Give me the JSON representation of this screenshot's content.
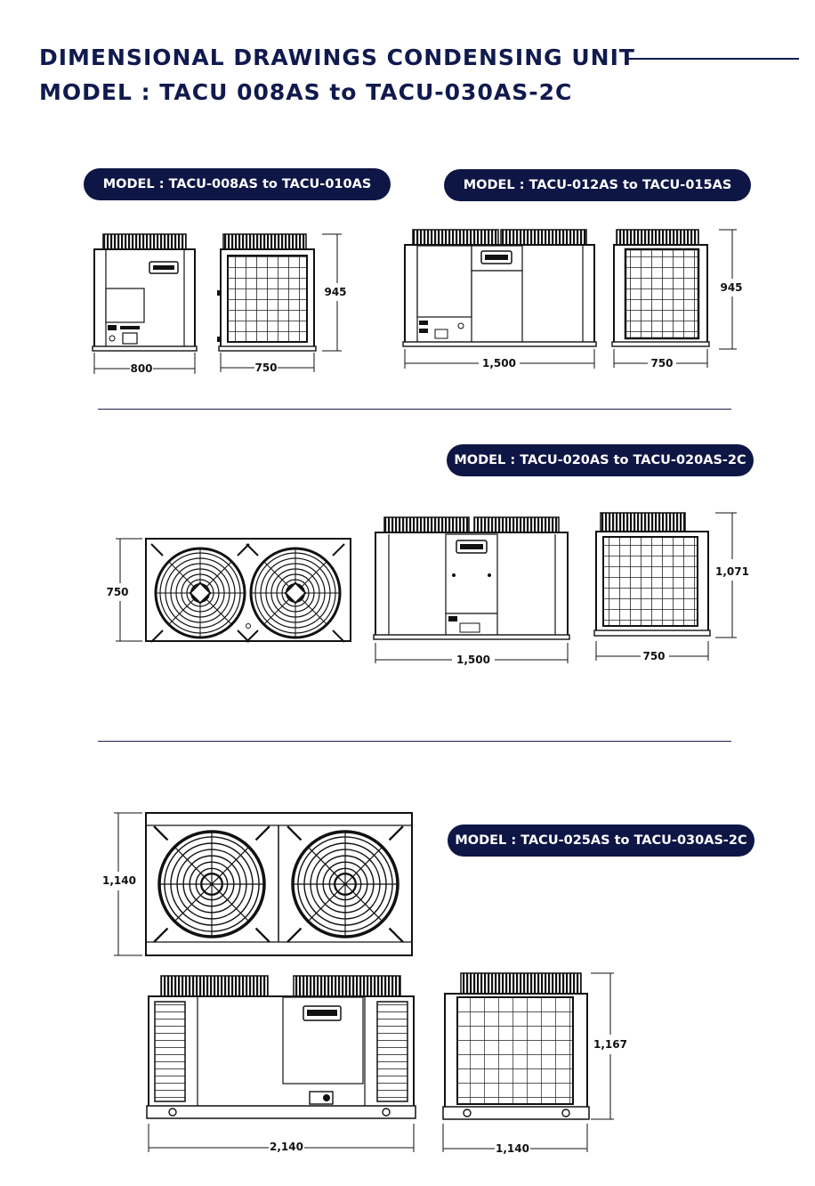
{
  "header": {
    "title_line1": "DIMENSIONAL DRAWINGS  CONDENSING UNIT",
    "title_line2": "MODEL :  TACU 008AS to TACU-030AS-2C"
  },
  "sections": [
    {
      "label": "MODEL : TACU-008AS to TACU-010AS",
      "dims": {
        "front_width": "800",
        "side_width": "750",
        "height": "945"
      }
    },
    {
      "label": "MODEL : TACU-012AS to TACU-015AS",
      "dims": {
        "front_width": "1,500",
        "side_width": "750",
        "height": "945"
      }
    },
    {
      "label": "MODEL :  TACU-020AS to TACU-020AS-2C",
      "dims": {
        "top_depth": "750",
        "front_width": "1,500",
        "side_width": "750",
        "height": "1,071"
      }
    },
    {
      "label": "MODEL :  TACU-025AS to TACU-030AS-2C",
      "dims": {
        "top_depth": "1,140",
        "front_width": "2,140",
        "side_width": "1,140",
        "height": "1,167"
      }
    }
  ],
  "colors": {
    "navy": "#0e1646",
    "line": "#1a1a1a"
  }
}
